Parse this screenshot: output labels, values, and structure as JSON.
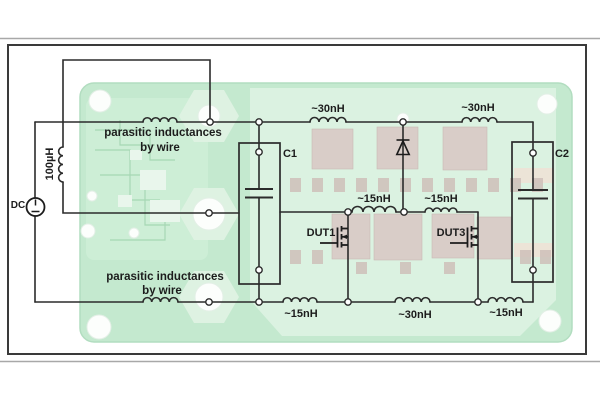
{
  "diagram": {
    "type": "power-module-schematic-over-pcb",
    "colors": {
      "pcb_green": "#c4e9cf",
      "pcb_copper": "#def2e2",
      "pad_gray": "#d9cdc8",
      "pad_small": "#cfc0ba",
      "pad_cream": "#ece4d7",
      "wire": "#2b2b2b",
      "frame": "#3a3a3a",
      "photo_border": "#a8a8a8"
    },
    "labels": {
      "dc": "DC",
      "choke": "100µH",
      "note_top_1": "parasitic inductances",
      "note_top_2": "by wire",
      "note_bottom_1": "parasitic inductances",
      "note_bottom_2": "by wire",
      "l_top_1": "~30nH",
      "l_top_2": "~30nH",
      "l_mid_1": "~15nH",
      "l_mid_2": "~15nH",
      "l_bot_1": "~15nH",
      "l_bot_2": "~30nH",
      "l_bot_3": "~15nH",
      "cap1": "C1",
      "cap2": "C2",
      "dut1": "DUT1",
      "dut3": "DUT3"
    }
  }
}
